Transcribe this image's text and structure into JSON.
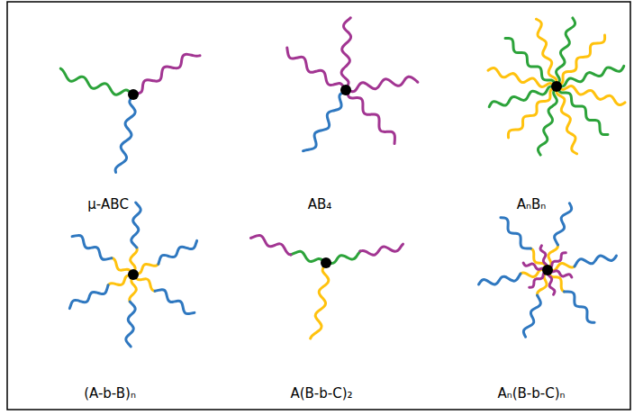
{
  "diagram": {
    "labels": [
      "μ-ABC",
      "AB₄",
      "AₙBₙ",
      "(A-b-B)ₙ",
      "A(B-b-C)₂",
      "Aₙ(B-b-C)ₙ"
    ]
  }
}
